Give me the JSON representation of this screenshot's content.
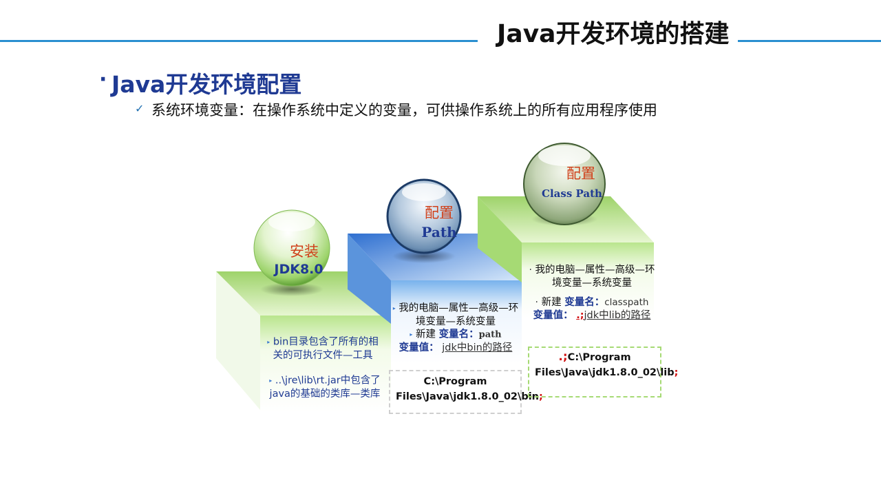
{
  "title": "Java开发环境的搭建",
  "heading": {
    "bullet": "·",
    "text": "Java开发环境配置"
  },
  "subpoint": {
    "mark": "✓",
    "text": "系统环境变量：在操作系统中定义的变量，可供操作系统上的所有应用程序使用"
  },
  "colors": {
    "accent_line": "#2a8fd0",
    "heading": "#1f3a93",
    "label_red": "#d0401a",
    "value_red": "#d01010"
  },
  "steps": [
    {
      "sphere_line1": "安装",
      "sphere_line2": "JDK8.0",
      "items": [
        {
          "bullet": "▸",
          "text": "bin目录包含了所有的相关的可执行文件—工具"
        },
        {
          "bullet": "▸",
          "text": "..\\jre\\lib\\rt.jar中包含了java的基础的类库—类库"
        }
      ]
    },
    {
      "sphere_line1": "配置",
      "sphere_line2": "Path",
      "desc_bullet": "▸",
      "desc": "我的电脑—属性—高级—环境变量—系统变量",
      "new_bullet": "▸",
      "new_label": "新建",
      "var_name_label": "变量名：",
      "var_name": "path",
      "var_value_label": "变量值：",
      "var_value": "jdk中bin的路径",
      "box_text": "C:\\Program Files\\Java\\jdk1.8.0_02\\bin",
      "box_suffix": ";"
    },
    {
      "sphere_line1": "配置",
      "sphere_line2": "Class Path",
      "desc_bullet": "·",
      "desc": "我的电脑—属性—高级—环境变量—系统变量",
      "new_bullet": "·",
      "new_label": "新建",
      "var_name_label": "变量名：",
      "var_name": "classpath",
      "var_value_label": "变量值：",
      "var_value_prefix": ".;",
      "var_value": "jdk中lib的路径",
      "box_prefix": ".;",
      "box_text": "C:\\Program Files\\Java\\jdk1.8.0_02\\lib",
      "box_suffix": ";"
    }
  ]
}
